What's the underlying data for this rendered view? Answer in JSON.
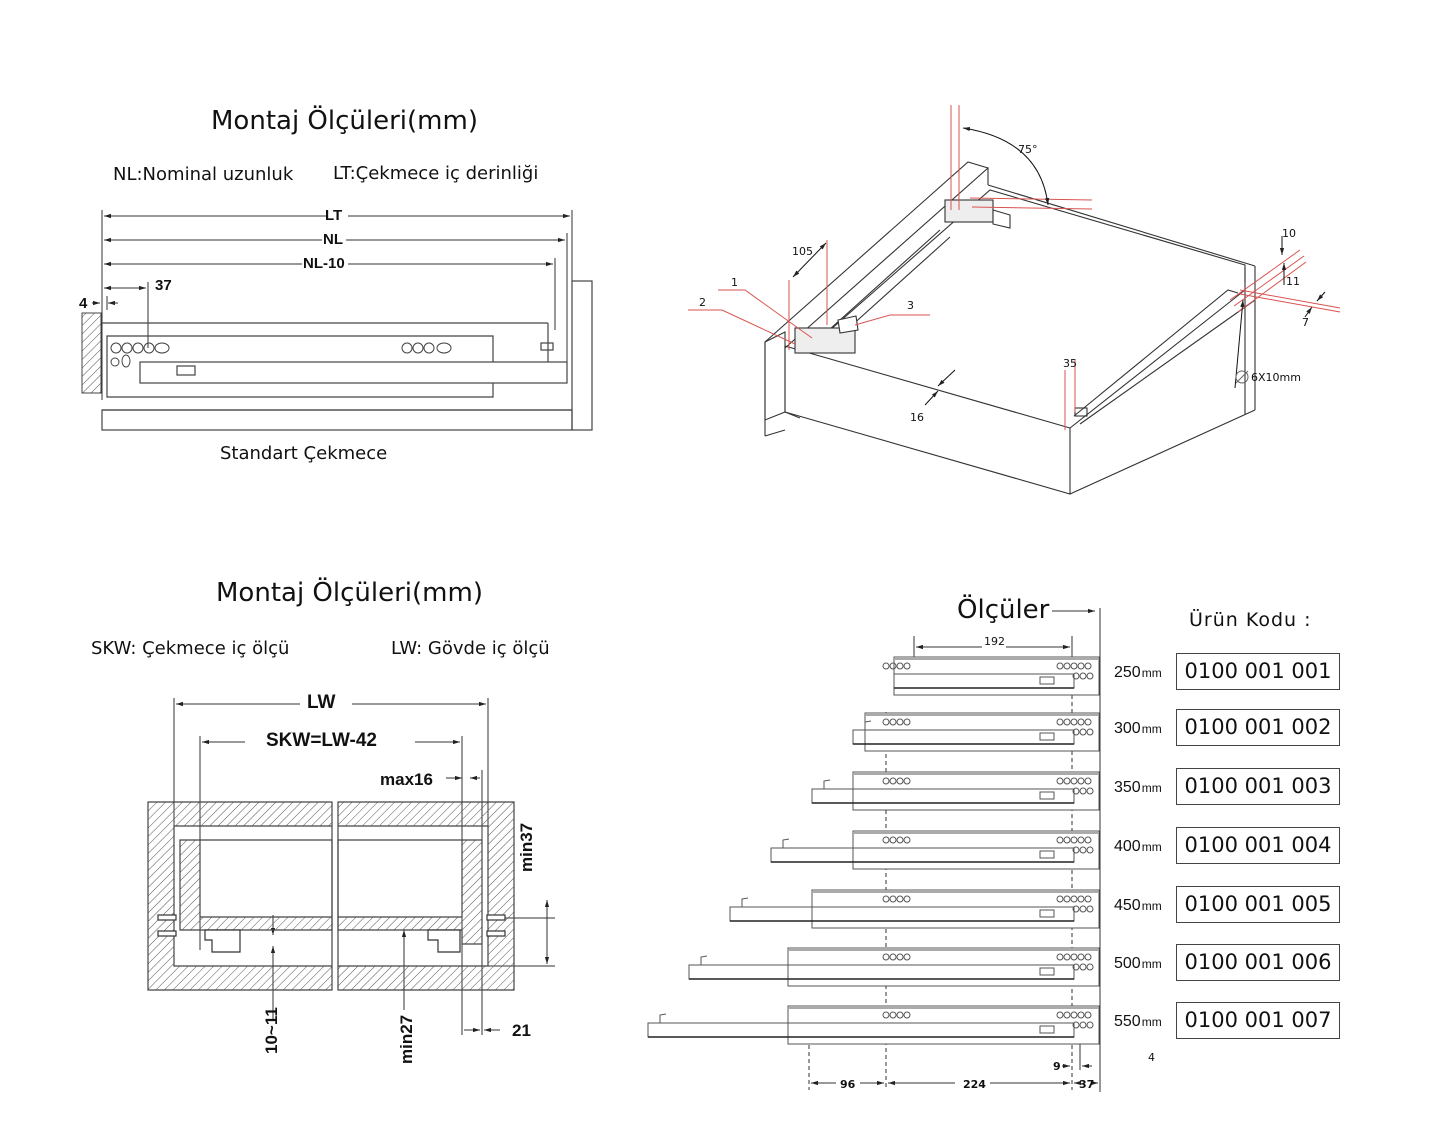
{
  "panel1": {
    "title": "Montaj Ölçüleri(mm)",
    "legend_nl": "NL:Nominal uzunluk",
    "legend_lt": "LT:Çekmece iç derinliği",
    "dims": {
      "lt": "LT",
      "nl": "NL",
      "nl10": "NL-10",
      "d37": "37",
      "d4": "4"
    },
    "caption": "Standart Çekmece"
  },
  "panel2": {
    "labels": {
      "p1": "1",
      "p2": "2",
      "p3": "3",
      "angle": "75°",
      "d105": "105",
      "d10": "10",
      "d11": "11",
      "d7": "7",
      "d35": "35",
      "d16": "16",
      "hole": "6X10mm"
    },
    "colors": {
      "guide": "#d9534f",
      "line": "#333333"
    }
  },
  "panel3": {
    "title": "Montaj Ölçüleri(mm)",
    "legend_skw": "SKW: Çekmece iç ölçü",
    "legend_lw": "LW: Gövde iç ölçü",
    "dims": {
      "lw": "LW",
      "skw": "SKW=LW-42",
      "max16": "max16",
      "min37": "min37",
      "d1011": "10~11",
      "min27": "min27",
      "d21": "21"
    }
  },
  "panel4": {
    "title": "Ölçüler",
    "code_header": "Ürün Kodu :",
    "dims": {
      "d192": "192",
      "d96": "96",
      "d224": "224",
      "d37": "37",
      "d9": "9",
      "d4": "4"
    },
    "unit": "mm",
    "products": [
      {
        "size": "250",
        "code": "0100 001 001"
      },
      {
        "size": "300",
        "code": "0100 001 002"
      },
      {
        "size": "350",
        "code": "0100 001 003"
      },
      {
        "size": "400",
        "code": "0100 001 004"
      },
      {
        "size": "450",
        "code": "0100 001 005"
      },
      {
        "size": "500",
        "code": "0100 001 006"
      },
      {
        "size": "550",
        "code": "0100 001 007"
      }
    ]
  }
}
